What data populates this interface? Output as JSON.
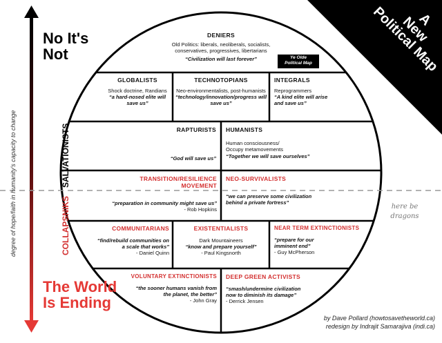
{
  "corner_title": [
    "A",
    "New",
    "Political Map"
  ],
  "axis": {
    "top_label": [
      "No It's",
      "Not"
    ],
    "bottom_label": [
      "The World",
      "Is Ending"
    ],
    "caption": "degree of hope/faith in humanity's capacity to change",
    "top_color": "#000000",
    "bottom_color": "#e53935"
  },
  "groups": {
    "salvationists": "Salvationists",
    "collapsniks": "Collapsniks"
  },
  "here_be_dragons": [
    "here be",
    "dragons"
  ],
  "ye_olde": [
    "Ye Olde",
    "Political Map"
  ],
  "cells": {
    "deniers": {
      "title": "Deniers",
      "sub": "Old Politics: liberals, neoliberals, socialists, conservatives, progressives, libertarians",
      "quote": "“Civilization will last forever”"
    },
    "globalists": {
      "title": "Globalists",
      "sub": "Shock doctrine, Randians",
      "quote": "“a hard-nosed elite will save us”"
    },
    "technotopians": {
      "title": "Technotopians",
      "sub": "Neo-environmentalists, post-humanists",
      "quote": "“technology/innovation/progress will save us”"
    },
    "integrals": {
      "title": "Integrals",
      "sub": "Reprogrammers",
      "quote": "“A kind elite will arise and save us”"
    },
    "rapturists": {
      "title": "Rapturists",
      "quote": "“God will save us”"
    },
    "humanists": {
      "title": "Humanists",
      "sub": "Human consciousness/ Occupy metamovements",
      "quote": "“Together we will save ourselves”"
    },
    "transition": {
      "title": "Transition/Resilience Movement",
      "quote": "“preparation in community might save us”",
      "attr": "- Rob Hopkins"
    },
    "neosurvivalists": {
      "title": "Neo-Survivalists",
      "quote": "“we can preserve some civilization behind a private fortress”"
    },
    "communitarians": {
      "title": "Communitarians",
      "quote": "“find/rebuild communities on a scale that works”",
      "attr": "- Daniel Quinn"
    },
    "existentialists": {
      "title": "Existentialists",
      "sub": "Dark Mountaineers",
      "quote": "“know and prepare yourself”",
      "attr": "- Paul Kingsnorth"
    },
    "nte": {
      "title": "Near Term Extinctionists",
      "quote": "“prepare for our imminent end”",
      "attr": "- Guy McPherson"
    },
    "voluntary": {
      "title": "Voluntary Extinctionists",
      "quote": "“the sooner humans vanish from the planet, the better”",
      "attr": "- John Gray"
    },
    "deepgreen": {
      "title": "Deep Green Activists",
      "quote": "“smash/undermine civilization now to diminish its damage”",
      "attr": "- Derrick Jensen"
    }
  },
  "credits": [
    "by Dave Pollard (howtosavetheworld.ca)",
    "redesign by Indrajit Samarajiva (indi.ca)"
  ],
  "colors": {
    "red": "#d32f2f",
    "black": "#000000",
    "dashed_line": "#999999"
  }
}
